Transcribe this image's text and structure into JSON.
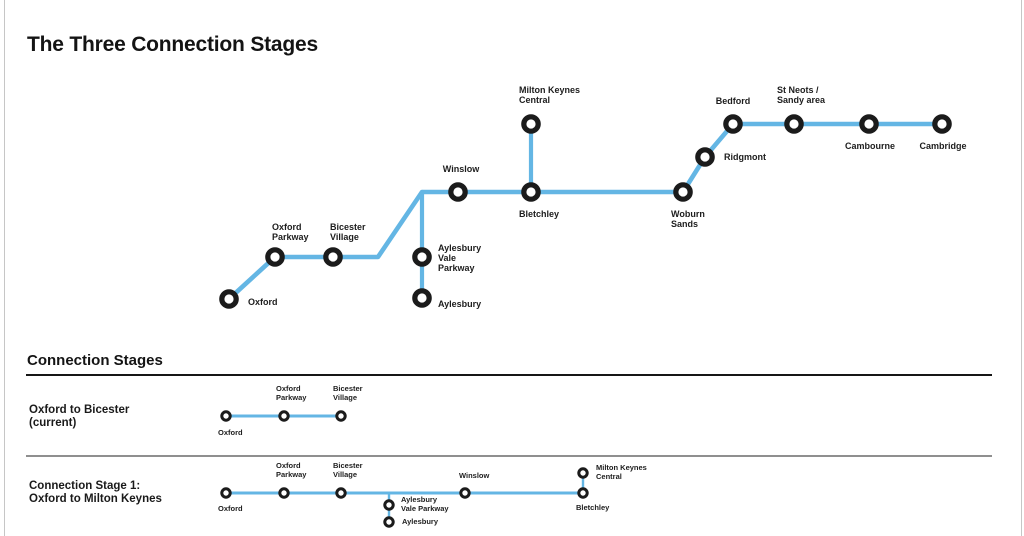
{
  "page": {
    "title": "The Three Connection Stages",
    "section_heading": "Connection Stages"
  },
  "colors": {
    "route_line_blue": "#64b6e4",
    "station_ring_black": "#1b1b1b",
    "text_dark": "#1d1d1d",
    "heading_rule_black": "#161616",
    "divider_gray": "#8f8f8f"
  },
  "map": {
    "stations": {
      "oxford": "Oxford",
      "oxford_parkway": "Oxford\nParkway",
      "bicester_village": "Bicester\nVillage",
      "aylesbury_vale_parkway": "Aylesbury\nVale\nParkway",
      "aylesbury": "Aylesbury",
      "winslow": "Winslow",
      "milton_keynes_central": "Milton Keynes\nCentral",
      "bletchley": "Bletchley",
      "woburn_sands": "Woburn\nSands",
      "ridgmont": "Ridgmont",
      "bedford": "Bedford",
      "st_neots_sandy": "St Neots /\nSandy area",
      "cambourne": "Cambourne",
      "cambridge": "Cambridge"
    }
  },
  "stages": [
    {
      "title": "Oxford to Bicester\n(current)",
      "stations": {
        "oxford": "Oxford",
        "oxford_parkway": "Oxford\nParkway",
        "bicester_village": "Bicester\nVillage"
      }
    },
    {
      "title": "Connection Stage 1:\nOxford to Milton Keynes",
      "stations": {
        "oxford": "Oxford",
        "oxford_parkway": "Oxford\nParkway",
        "bicester_village": "Bicester\nVillage",
        "aylesbury_vale_parkway": "Aylesbury\nVale Parkway",
        "aylesbury": "Aylesbury",
        "winslow": "Winslow",
        "milton_keynes_central": "Milton Keynes\nCentral",
        "bletchley": "Bletchley"
      }
    }
  ]
}
